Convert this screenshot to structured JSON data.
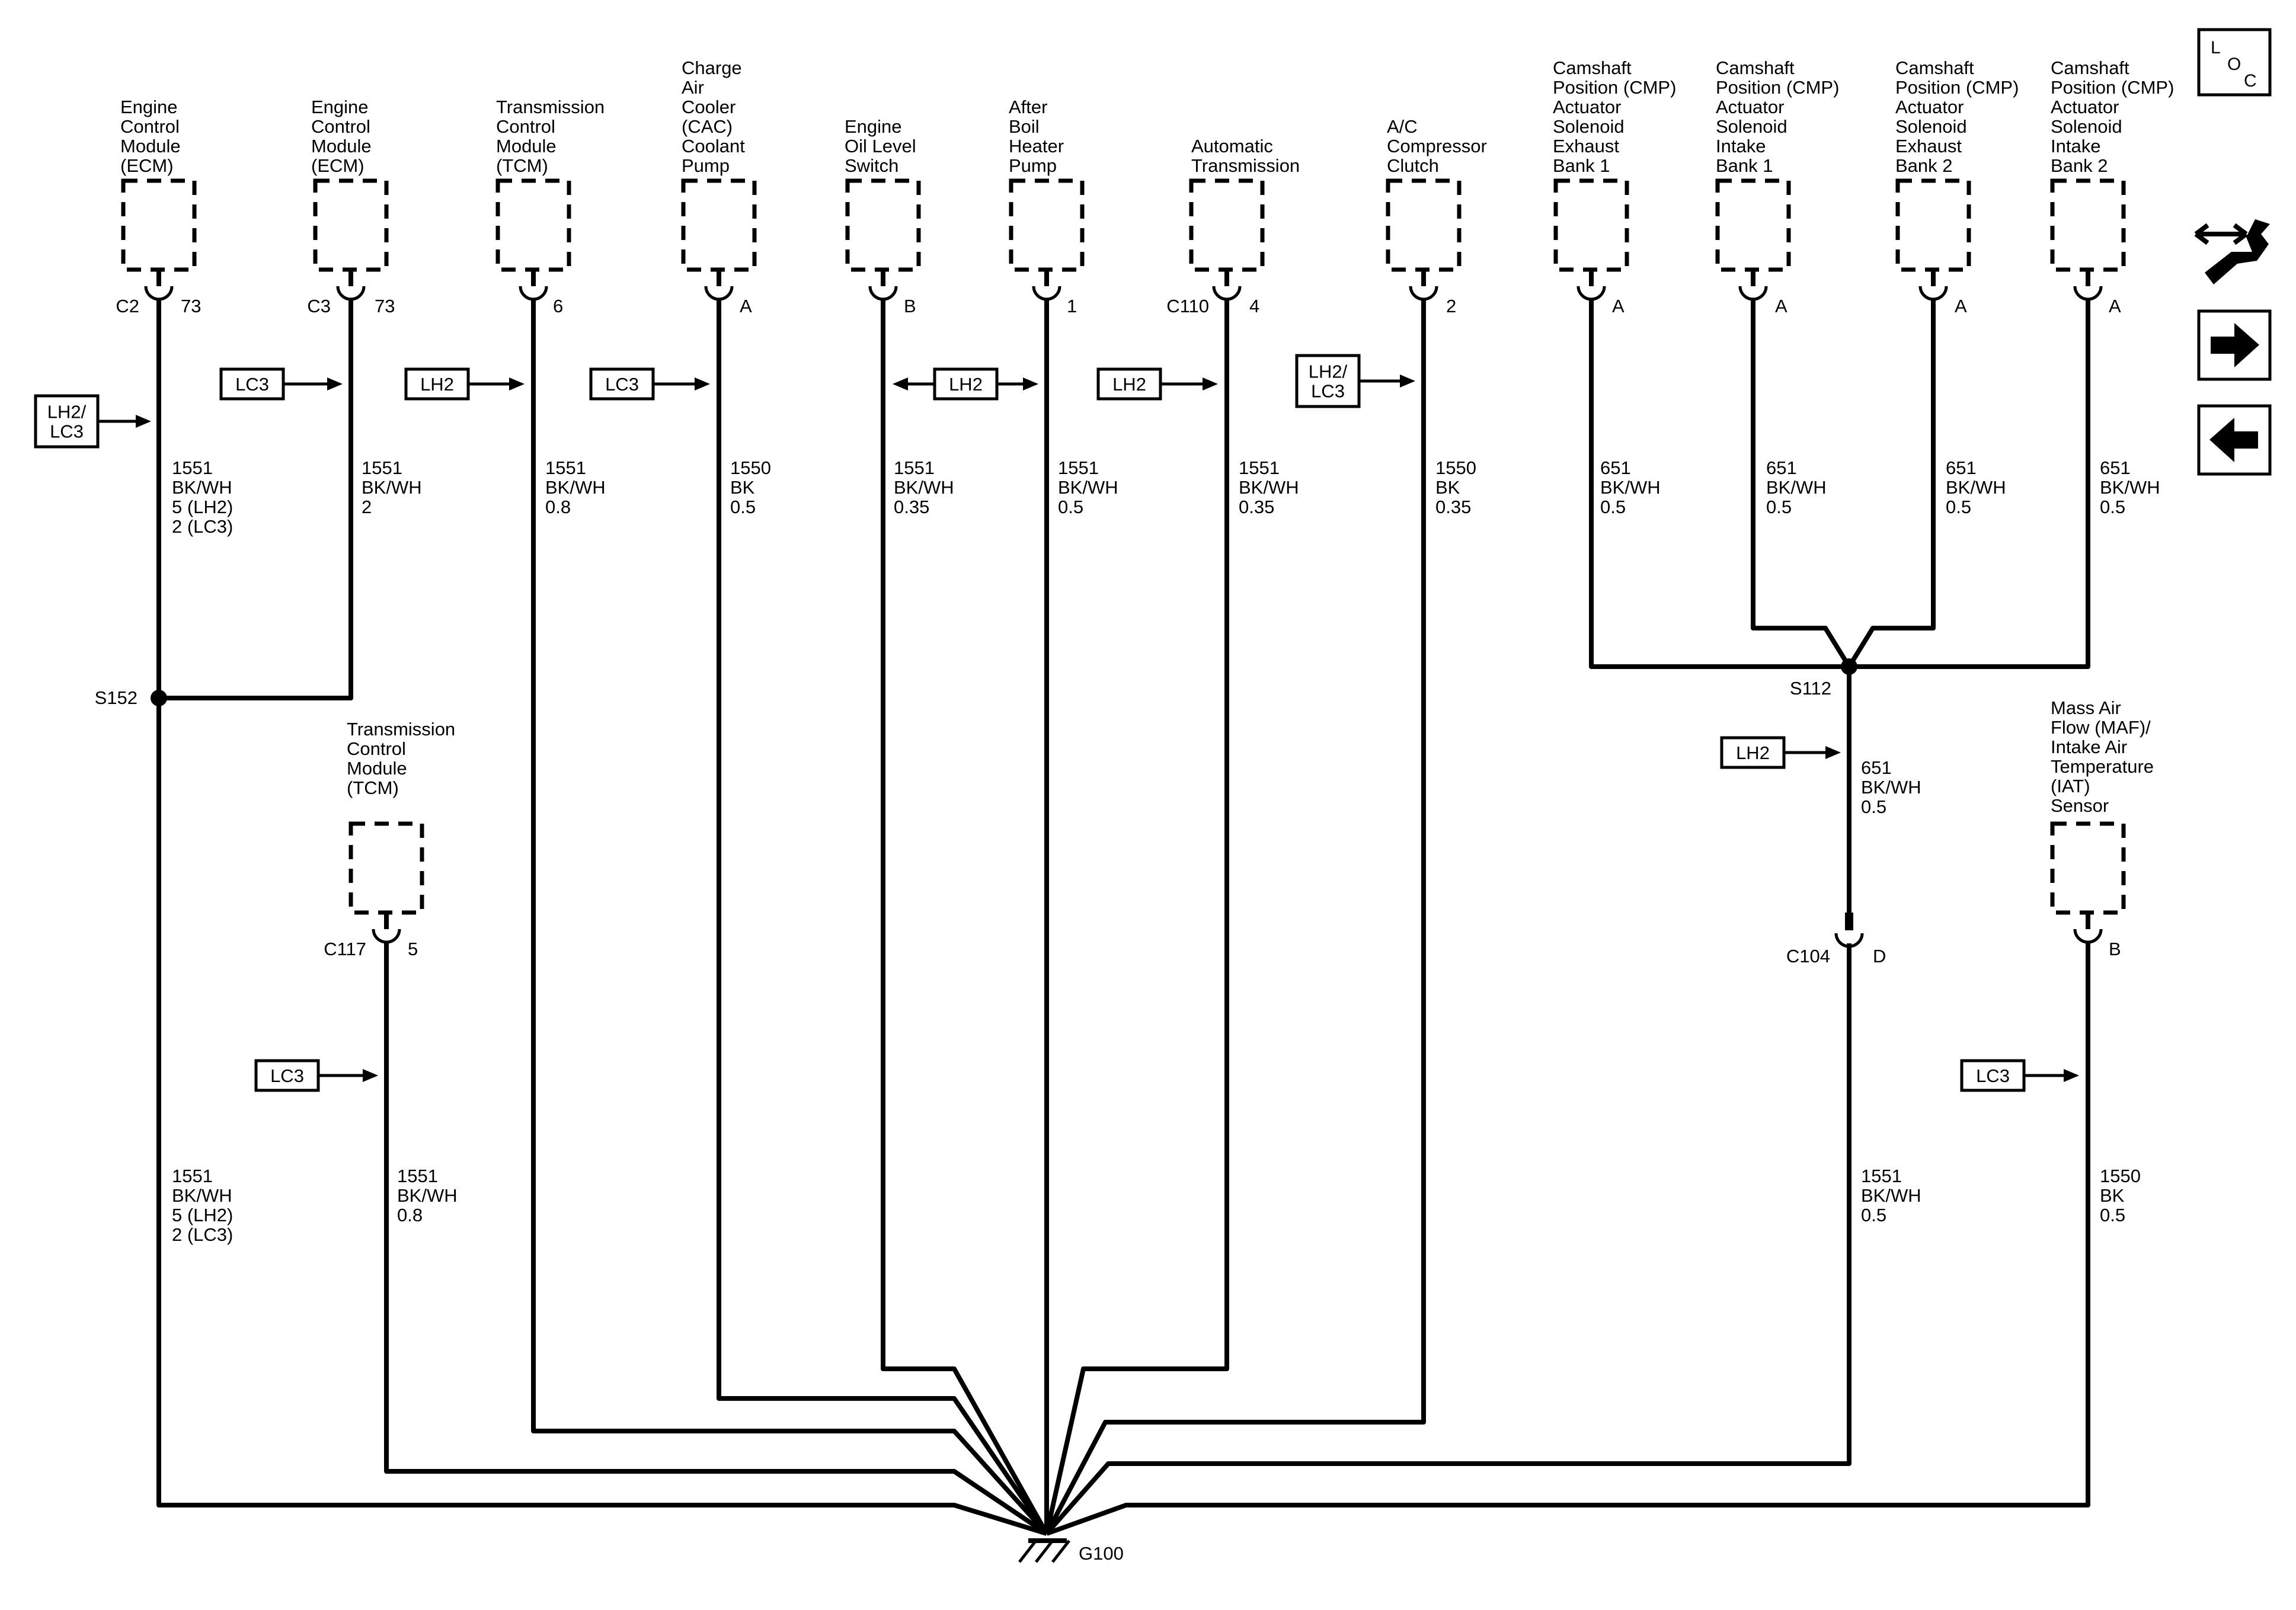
{
  "components": [
    {
      "id": "ecm-c2",
      "label": [
        "Engine",
        "Control",
        "Module",
        "(ECM)"
      ],
      "connector": "C2",
      "pin": "73"
    },
    {
      "id": "ecm-c3",
      "label": [
        "Engine",
        "Control",
        "Module",
        "(ECM)"
      ],
      "connector": "C3",
      "pin": "73"
    },
    {
      "id": "tcm-6",
      "label": [
        "Transmission",
        "Control",
        "Module",
        "(TCM)"
      ],
      "connector": "",
      "pin": "6"
    },
    {
      "id": "cac-pump",
      "label": [
        "Charge",
        "Air",
        "Cooler",
        "(CAC)",
        "Coolant",
        "Pump"
      ],
      "connector": "",
      "pin": "A"
    },
    {
      "id": "oil-level",
      "label": [
        "Engine",
        "Oil Level",
        "Switch"
      ],
      "connector": "",
      "pin": "B"
    },
    {
      "id": "after-boil",
      "label": [
        "After",
        "Boil",
        "Heater",
        "Pump"
      ],
      "connector": "",
      "pin": "1"
    },
    {
      "id": "auto-trans",
      "label": [
        "Automatic",
        "Transmission"
      ],
      "connector": "C110",
      "pin": "4"
    },
    {
      "id": "ac-clutch",
      "label": [
        "A/C",
        "Compressor",
        "Clutch"
      ],
      "connector": "",
      "pin": "2"
    },
    {
      "id": "cmp-exh-1",
      "label": [
        "Camshaft",
        "Position (CMP)",
        "Actuator",
        "Solenoid",
        "Exhaust",
        "Bank 1"
      ],
      "connector": "",
      "pin": "A"
    },
    {
      "id": "cmp-int-1",
      "label": [
        "Camshaft",
        "Position (CMP)",
        "Actuator",
        "Solenoid",
        "Intake",
        "Bank 1"
      ],
      "connector": "",
      "pin": "A"
    },
    {
      "id": "cmp-exh-2",
      "label": [
        "Camshaft",
        "Position (CMP)",
        "Actuator",
        "Solenoid",
        "Exhaust",
        "Bank 2"
      ],
      "connector": "",
      "pin": "A"
    },
    {
      "id": "cmp-int-2",
      "label": [
        "Camshaft",
        "Position (CMP)",
        "Actuator",
        "Solenoid",
        "Intake",
        "Bank 2"
      ],
      "connector": "",
      "pin": "A"
    },
    {
      "id": "tcm-c117",
      "label": [
        "Transmission",
        "Control",
        "Module",
        "(TCM)"
      ],
      "connector": "C117",
      "pin": "5"
    },
    {
      "id": "maf-iat",
      "label": [
        "Mass Air",
        "Flow (MAF)/",
        "Intake Air",
        "Temperature",
        "(IAT)",
        "Sensor"
      ],
      "connector": "",
      "pin": "B"
    }
  ],
  "wire_labels": [
    {
      "id": "w-ecm-c2",
      "lines": [
        "1551",
        "BK/WH",
        "5 (LH2)",
        "2 (LC3)"
      ]
    },
    {
      "id": "w-ecm-c3",
      "lines": [
        "1551",
        "BK/WH",
        "2"
      ]
    },
    {
      "id": "w-tcm-6",
      "lines": [
        "1551",
        "BK/WH",
        "0.8"
      ]
    },
    {
      "id": "w-cac",
      "lines": [
        "1550",
        "BK",
        "0.5"
      ]
    },
    {
      "id": "w-oil",
      "lines": [
        "1551",
        "BK/WH",
        "0.35"
      ]
    },
    {
      "id": "w-boil",
      "lines": [
        "1551",
        "BK/WH",
        "0.5"
      ]
    },
    {
      "id": "w-trans",
      "lines": [
        "1551",
        "BK/WH",
        "0.35"
      ]
    },
    {
      "id": "w-ac",
      "lines": [
        "1550",
        "BK",
        "0.35"
      ]
    },
    {
      "id": "w-cmp1",
      "lines": [
        "651",
        "BK/WH",
        "0.5"
      ]
    },
    {
      "id": "w-cmp2",
      "lines": [
        "651",
        "BK/WH",
        "0.5"
      ]
    },
    {
      "id": "w-cmp3",
      "lines": [
        "651",
        "BK/WH",
        "0.5"
      ]
    },
    {
      "id": "w-cmp4",
      "lines": [
        "651",
        "BK/WH",
        "0.5"
      ]
    },
    {
      "id": "w-s112",
      "lines": [
        "651",
        "BK/WH",
        "0.5"
      ]
    },
    {
      "id": "w-s152-down",
      "lines": [
        "1551",
        "BK/WH",
        "5 (LH2)",
        "2 (LC3)"
      ]
    },
    {
      "id": "w-c117",
      "lines": [
        "1551",
        "BK/WH",
        "0.8"
      ]
    },
    {
      "id": "w-c104",
      "lines": [
        "1551",
        "BK/WH",
        "0.5"
      ]
    },
    {
      "id": "w-maf",
      "lines": [
        "1550",
        "BK",
        "0.5"
      ]
    }
  ],
  "option_tags": [
    {
      "id": "t1",
      "lines": [
        "LH2/",
        "LC3"
      ]
    },
    {
      "id": "t2",
      "lines": [
        "LC3"
      ]
    },
    {
      "id": "t3",
      "lines": [
        "LH2"
      ]
    },
    {
      "id": "t4",
      "lines": [
        "LC3"
      ]
    },
    {
      "id": "t5",
      "lines": [
        "LH2"
      ]
    },
    {
      "id": "t6",
      "lines": [
        "LH2"
      ]
    },
    {
      "id": "t7",
      "lines": [
        "LH2/",
        "LC3"
      ]
    },
    {
      "id": "t8",
      "lines": [
        "LH2"
      ]
    },
    {
      "id": "t9",
      "lines": [
        "LC3"
      ]
    },
    {
      "id": "t10",
      "lines": [
        "LC3"
      ]
    }
  ],
  "splices": [
    {
      "id": "s152",
      "label": "S152"
    },
    {
      "id": "s112",
      "label": "S112"
    }
  ],
  "inline_connector": {
    "label": "C104",
    "pin": "D"
  },
  "ground": {
    "label": "G100"
  },
  "side_icons": {
    "loc": {
      "l": "L",
      "o": "O",
      "c": "C"
    },
    "service_icon": "wrench-arrows-icon",
    "next_icon": "arrow-right-icon",
    "prev_icon": "arrow-left-icon"
  }
}
